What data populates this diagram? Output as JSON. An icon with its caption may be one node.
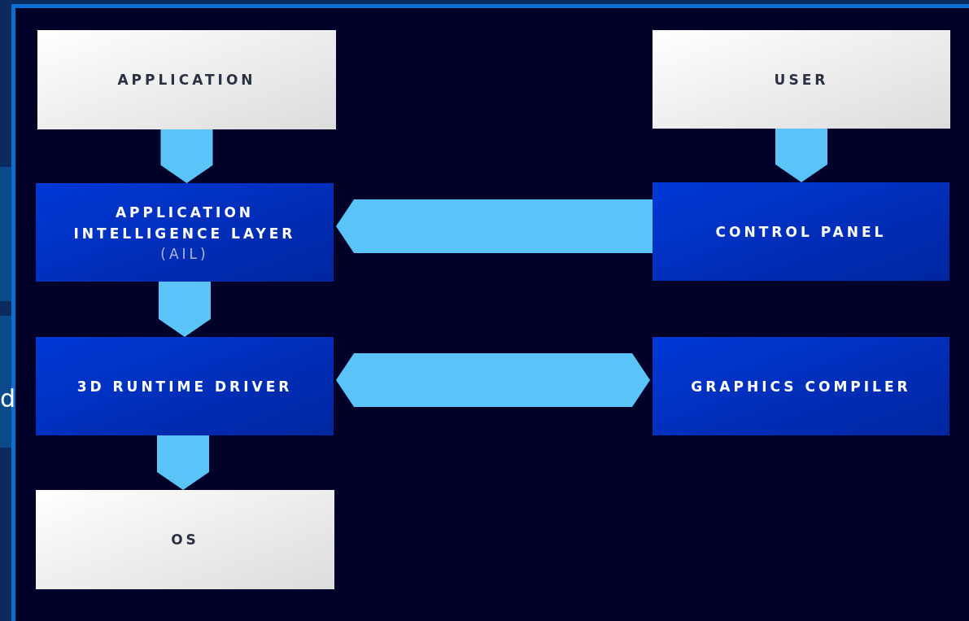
{
  "diagram": {
    "nodes": [
      {
        "text": [
          "APPLICATION"
        ]
      },
      {
        "text": [
          "USER"
        ]
      },
      {
        "text": [
          "APPLICATION INTELLIGENCE LAYER",
          "(AIL)"
        ]
      },
      {
        "text": [
          "CONTROL PANEL"
        ]
      },
      {
        "text": [
          "3D RUNTIME DRIVER"
        ]
      },
      {
        "text": [
          "GRAPHICS COMPILER"
        ]
      },
      {
        "text": [
          "OS"
        ]
      }
    ],
    "edges": [
      {
        "from": 0,
        "to": 2,
        "arrow": "to"
      },
      {
        "from": 1,
        "to": 3,
        "arrow": "to"
      },
      {
        "from": 3,
        "to": 2,
        "arrow": "to"
      },
      {
        "from": 2,
        "to": 4,
        "arrow": "to"
      },
      {
        "from": 4,
        "to": 5,
        "arrow": "both"
      },
      {
        "from": 4,
        "to": 6,
        "arrow": "to"
      }
    ],
    "labels": [
      "d"
    ]
  }
}
